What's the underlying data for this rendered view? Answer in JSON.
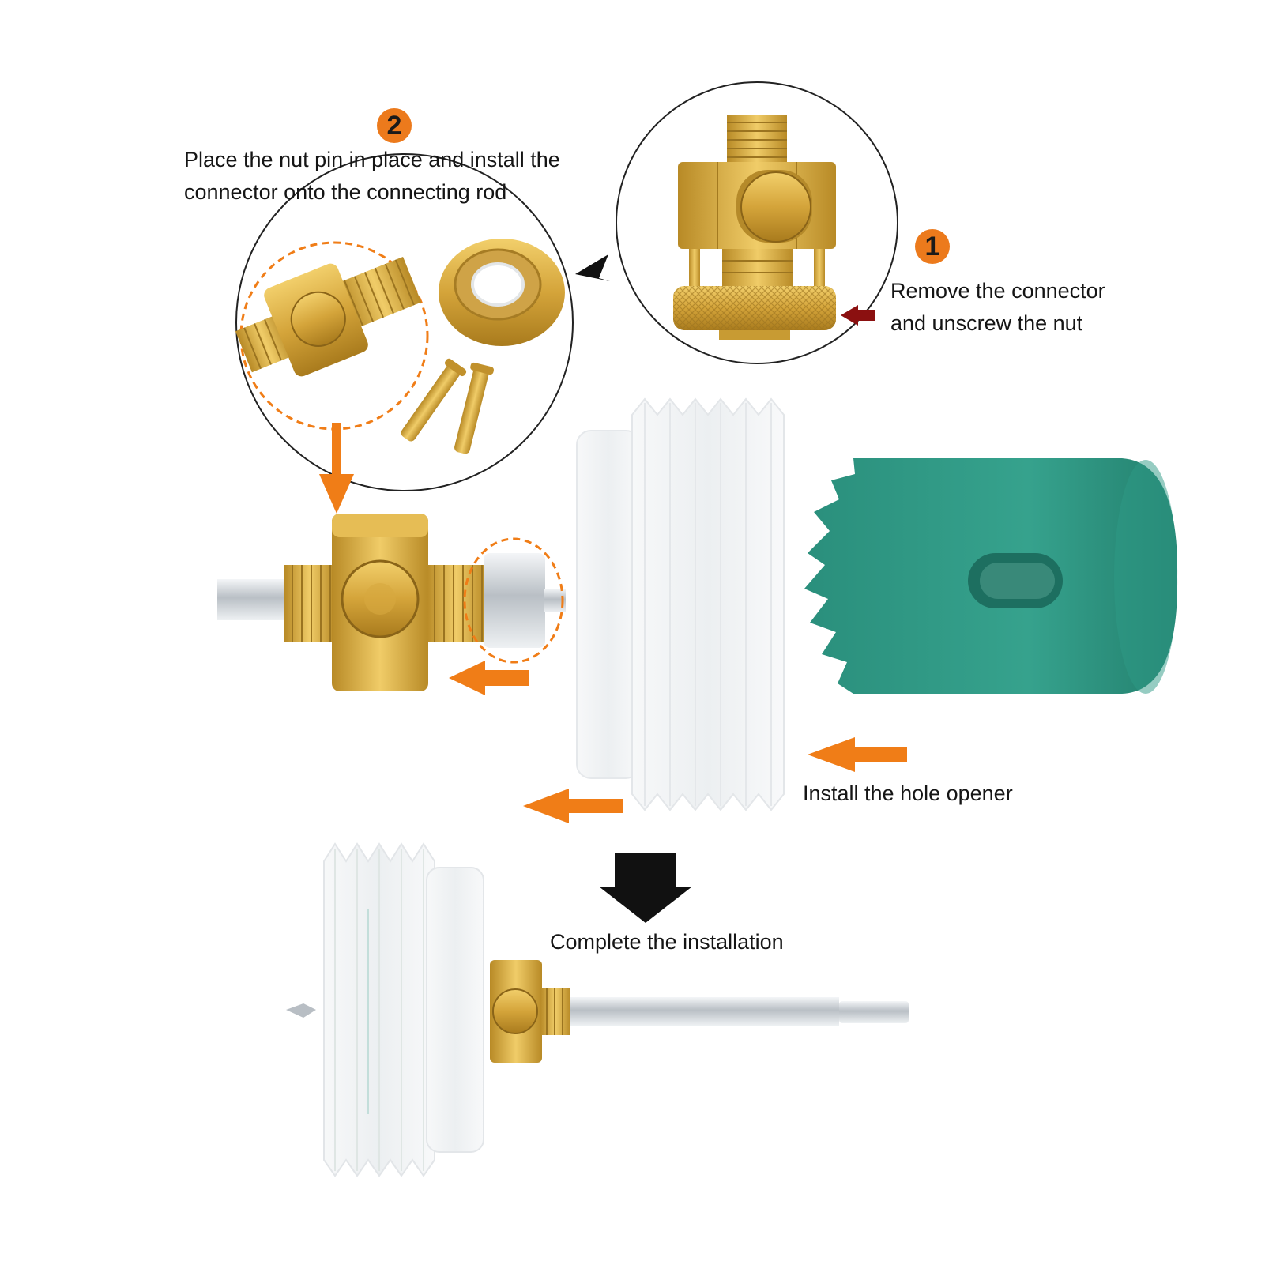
{
  "steps": [
    {
      "number": "1",
      "text_lines": [
        "Remove the connector",
        "and unscrew the nut"
      ]
    },
    {
      "number": "2",
      "text_lines": [
        "Place the nut pin in place and install the",
        "connector onto the connecting rod"
      ]
    }
  ],
  "captions": {
    "install_hole_opener": "Install the hole opener",
    "complete": "Complete the installation"
  },
  "colors": {
    "accent_orange": "#f07d17",
    "brass": "#d6a53a",
    "hole_saw_green": "#2f9a86",
    "dark_red_arrow": "#8b1010",
    "plastic": "#f1f3f5"
  },
  "icons": [
    "orange-arrow-icon",
    "black-down-arrow-icon",
    "black-pointer-triangle-icon",
    "dark-red-arrow-icon"
  ]
}
